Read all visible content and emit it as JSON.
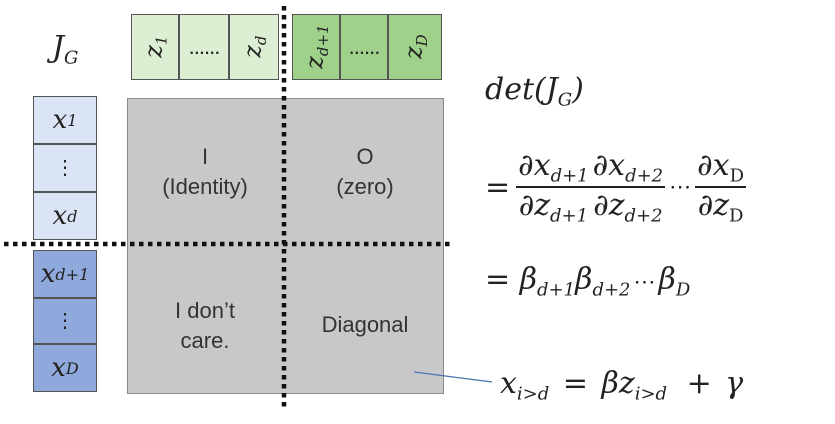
{
  "diagram": {
    "jacobian_label": "J",
    "jacobian_sub": "G",
    "z_cells": [
      {
        "base": "z",
        "sub": "1"
      },
      {
        "base": "",
        "sub": "",
        "dots": "......"
      },
      {
        "base": "z",
        "sub": "d"
      },
      {
        "base": "z",
        "sub": "d+1"
      },
      {
        "base": "",
        "sub": "",
        "dots": "......"
      },
      {
        "base": "z",
        "sub": "D"
      }
    ],
    "x_cells": [
      {
        "base": "x",
        "sub": "1"
      },
      {
        "base": "",
        "sub": "",
        "dots": "⋮"
      },
      {
        "base": "x",
        "sub": "d"
      },
      {
        "base": "x",
        "sub": "d+1"
      },
      {
        "base": "",
        "sub": "",
        "dots": "⋮"
      },
      {
        "base": "x",
        "sub": "D"
      }
    ],
    "quadrants": {
      "top_left": "I\n(Identity)",
      "top_right": "O\n(zero)",
      "bottom_left": "I don’t\ncare.",
      "bottom_right": "Diagonal"
    },
    "colors": {
      "z_light": "#dcefd2",
      "z_dark": "#9fd18a",
      "x_light": "#dbe4f5",
      "x_dark": "#8fa9dc",
      "matrix": "#c8c8c8"
    }
  },
  "equations": {
    "det_label": "det(J",
    "det_sub": "G",
    "det_close": ")",
    "eq1": {
      "equals": "=",
      "terms": [
        {
          "num": "∂x",
          "num_sub": "d+1",
          "den": "∂z",
          "den_sub": "d+1"
        },
        {
          "num": "∂x",
          "num_sub": "d+2",
          "den": "∂z",
          "den_sub": "d+2"
        },
        {
          "num": "∂x",
          "num_sub": "D",
          "den": "∂z",
          "den_sub": "D"
        }
      ],
      "ellipsis": "⋯"
    },
    "eq2": {
      "equals": "=",
      "b1": "β",
      "b1_sub": "d+1",
      "b2": "β",
      "b2_sub": "d+2",
      "ellipsis": "⋯",
      "b3": "β",
      "b3_sub": "D"
    },
    "eq3": {
      "lhs": "x",
      "lhs_sub": "i>d",
      "equals": "=",
      "rhs_beta": "βz",
      "rhs_sub": "i>d",
      "plus": "+",
      "gamma": "γ"
    }
  }
}
